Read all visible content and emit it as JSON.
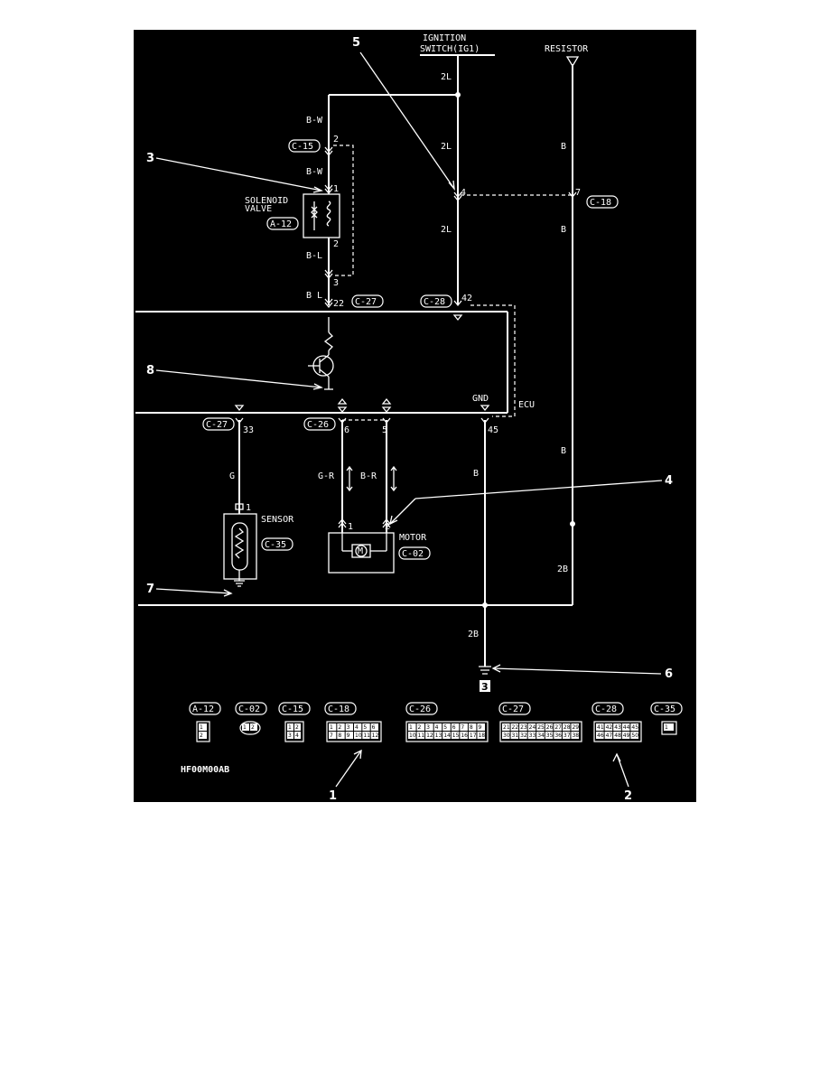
{
  "diagram": {
    "ignition_switch": [
      "IGNITION",
      "SWITCH(IG1)"
    ],
    "resistor": "RESISTOR",
    "solenoid_valve": [
      "SOLENOID",
      "VALVE"
    ],
    "sensor": "SENSOR",
    "motor": "MOTOR",
    "ecu": "ECU",
    "gnd": "GND",
    "figure_code": "HF00M00AB",
    "ground_id": "3",
    "wires": {
      "w_2l_top": "2L",
      "w_2l_mid": "2L",
      "w_2l_low": "2L",
      "w_bw_top": "B-W",
      "w_bw_mid": "B-W",
      "w_bl_1": "B-L",
      "w_bl_2": "B L",
      "w_b_r1": "B",
      "w_b_r2": "B",
      "w_b_r3": "B",
      "w_2b_r": "2B",
      "w_g": "G",
      "w_gr": "G-R",
      "w_br": "B-R",
      "w_b_gnd": "B",
      "w_2b_gnd": "2B"
    },
    "pins": {
      "p_c15_2": "2",
      "p_sol_1": "1",
      "p_sol_2": "2",
      "p_c15_3": "3",
      "p_c27_22": "22",
      "p_c26_4": "4",
      "p_c18_7": "7",
      "p_c28_42": "42",
      "p_c27_33": "33",
      "p_c26_6": "6",
      "p_c26_5": "5",
      "p_c28_45": "45",
      "p_sens_1": "1",
      "p_mot_1": "1",
      "p_mot_2": "2"
    },
    "connectors": {
      "c15": "C-15",
      "a12": "A-12",
      "c27_top": "C-27",
      "c28_top": "C-28",
      "c18": "C-18",
      "c27_bot": "C-27",
      "c26_bot": "C-26",
      "c35": "C-35",
      "c02": "C-02"
    },
    "callouts": [
      "1",
      "2",
      "3",
      "4",
      "5",
      "6",
      "7",
      "8"
    ]
  },
  "connector_legend": [
    {
      "id": "A-12",
      "pins": [
        "1",
        "2"
      ]
    },
    {
      "id": "C-02",
      "pins": [
        "1",
        "2"
      ]
    },
    {
      "id": "C-15",
      "pins": [
        "1",
        "2",
        "3",
        "4"
      ]
    },
    {
      "id": "C-18",
      "pins": [
        "1",
        "2",
        "3",
        "4",
        "5",
        "6",
        "7",
        "8",
        "9",
        "10",
        "11",
        "12"
      ]
    },
    {
      "id": "C-26",
      "pins": [
        "1",
        "2",
        "3",
        "4",
        "5",
        "6",
        "7",
        "8",
        "9",
        "10",
        "11",
        "12",
        "13",
        "14",
        "15",
        "16",
        "17",
        "18"
      ]
    },
    {
      "id": "C-27",
      "pins": [
        "21",
        "22",
        "23",
        "24",
        "25",
        "26",
        "27",
        "28",
        "29",
        "30",
        "31",
        "32",
        "33",
        "34",
        "35",
        "36",
        "37",
        "38"
      ]
    },
    {
      "id": "C-28",
      "pins": [
        "41",
        "42",
        "43",
        "44",
        "45",
        "46",
        "47",
        "48",
        "49",
        "50"
      ]
    },
    {
      "id": "C-35",
      "pins": [
        "1"
      ]
    }
  ]
}
